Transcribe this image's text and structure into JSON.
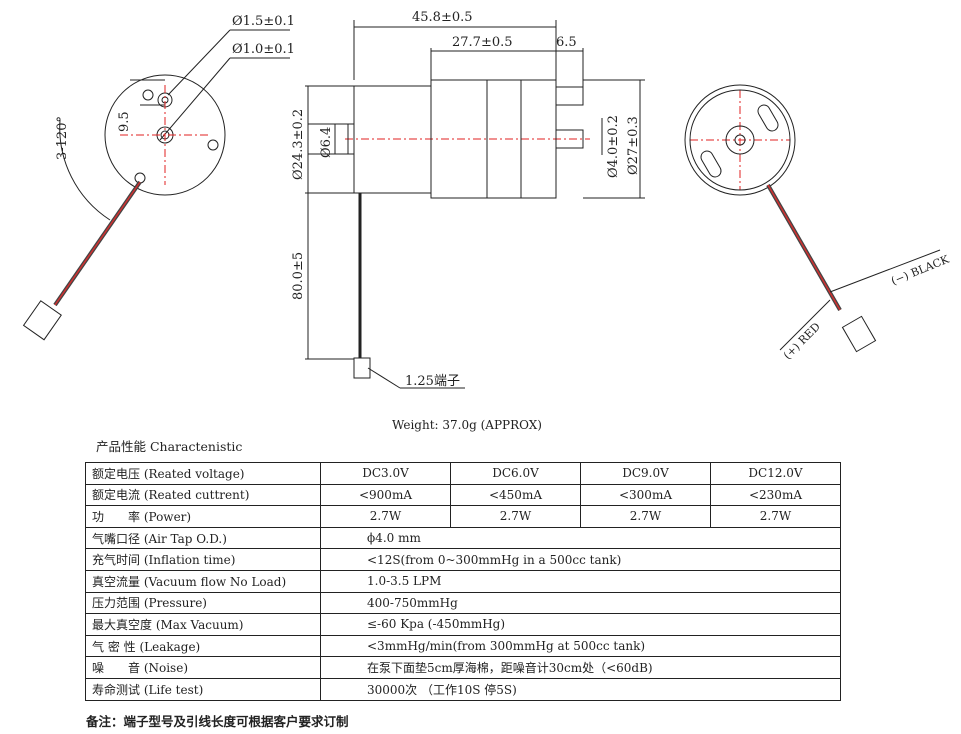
{
  "drawing": {
    "left_view": {
      "hole1": "Ø1.5±0.1",
      "hole2": "Ø1.0±0.1",
      "angle": "3-120°",
      "spacing": "9.5"
    },
    "side_view": {
      "total_length": "45.8±0.5",
      "pump_length": "27.7±0.5",
      "nozzle_length": "6.5",
      "motor_diameter": "Ø24.3±0.2",
      "shaft_diameter": "Ø6.4",
      "nozzle_diameter": "Ø4.0±0.2",
      "pump_diameter": "Ø27±0.3",
      "wire_length": "80.0±5",
      "terminal": "1.25端子"
    },
    "right_view": {
      "black_wire": "(−) BLACK",
      "red_wire": "(+) RED"
    },
    "colors": {
      "centerline": "#e02020",
      "red_wire": "#d03030"
    }
  },
  "weight": "Weight: 37.0g (APPROX)",
  "characteristic_title": "产品性能  Charactenistic",
  "table": {
    "rows": [
      {
        "label": "额定电压 (Reated voltage)",
        "values": [
          "DC3.0V",
          "DC6.0V",
          "DC9.0V",
          "DC12.0V"
        ]
      },
      {
        "label": "额定电流 (Reated cuttrent)",
        "values": [
          "<900mA",
          "<450mA",
          "<300mA",
          "<230mA"
        ]
      },
      {
        "label": "功　　率 (Power)",
        "values": [
          "2.7W",
          "2.7W",
          "2.7W",
          "2.7W"
        ]
      },
      {
        "label": "气嘴口径 (Air Tap O.D.)",
        "value": "ϕ4.0 mm"
      },
      {
        "label": "充气时间 (Inflation time)",
        "value": "<12S(from 0~300mmHg in a 500cc tank)"
      },
      {
        "label": "真空流量 (Vacuum flow No Load)",
        "value": "1.0-3.5 LPM"
      },
      {
        "label": "压力范围 (Pressure)",
        "value": "400-750mmHg"
      },
      {
        "label": "最大真空度 (Max Vacuum)",
        "value": "≤-60 Kpa (-450mmHg)"
      },
      {
        "label": "气 密 性 (Leakage)",
        "value": "<3mmHg/min(from 300mmHg at 500cc tank)"
      },
      {
        "label": "噪　　音 (Noise)",
        "value": "在泵下面垫5cm厚海棉，距噪音计30cm处（<60dB)"
      },
      {
        "label": "寿命测试 (Life test)",
        "value": "30000次 （工作10S 停5S)"
      }
    ]
  },
  "note": "备注：端子型号及引线长度可根据客户要求订制"
}
